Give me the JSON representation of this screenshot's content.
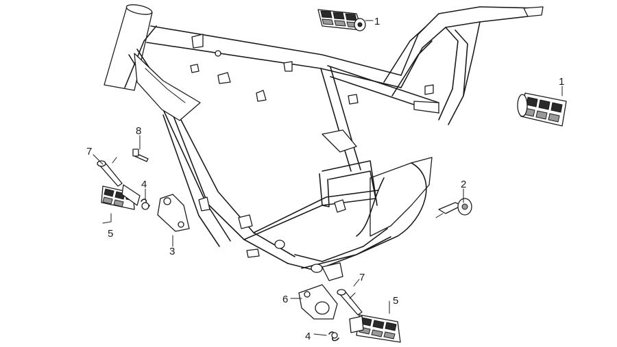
{
  "callouts": {
    "c1a": "1",
    "c1b": "1",
    "c2": "2",
    "c3": "3",
    "c4a": "4",
    "c4b": "4",
    "c5a": "5",
    "c5b": "5",
    "c6": "6",
    "c7a": "7",
    "c7b": "7",
    "c8": "8"
  }
}
